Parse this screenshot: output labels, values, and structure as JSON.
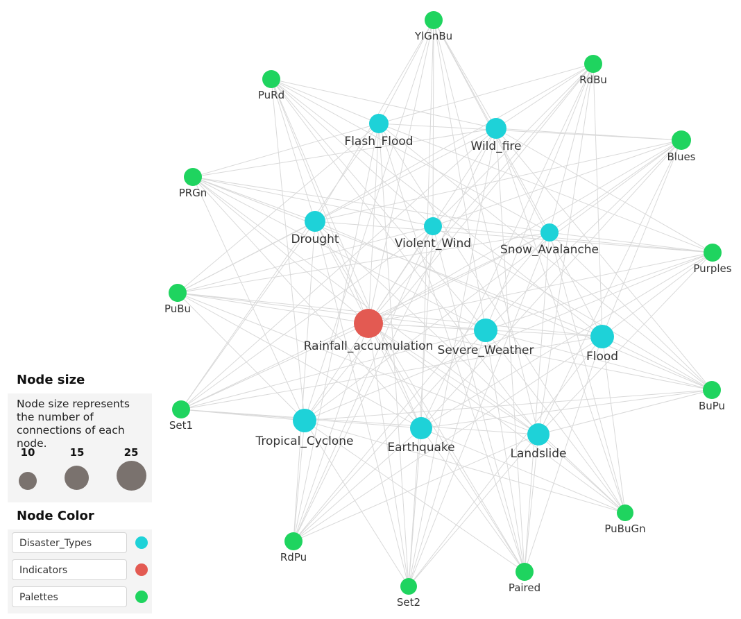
{
  "colors": {
    "disaster": "#1ed2d8",
    "indicator": "#e35a52",
    "palette": "#1fd45f",
    "size_dot": "#7a726e"
  },
  "nodes": [
    {
      "id": "YlGnBu",
      "label": "YlGnBu",
      "group": "palette"
    },
    {
      "id": "RdBu",
      "label": "RdBu",
      "group": "palette"
    },
    {
      "id": "PuRd",
      "label": "PuRd",
      "group": "palette"
    },
    {
      "id": "Blues",
      "label": "Blues",
      "group": "palette"
    },
    {
      "id": "PRGn",
      "label": "PRGn",
      "group": "palette"
    },
    {
      "id": "Purples",
      "label": "Purples",
      "group": "palette"
    },
    {
      "id": "PuBu",
      "label": "PuBu",
      "group": "palette"
    },
    {
      "id": "BuPu",
      "label": "BuPu",
      "group": "palette"
    },
    {
      "id": "Set1",
      "label": "Set1",
      "group": "palette"
    },
    {
      "id": "PuBuGn",
      "label": "PuBuGn",
      "group": "palette"
    },
    {
      "id": "RdPu",
      "label": "RdPu",
      "group": "palette"
    },
    {
      "id": "Paired",
      "label": "Paired",
      "group": "palette"
    },
    {
      "id": "Set2",
      "label": "Set2",
      "group": "palette"
    },
    {
      "id": "Flash_Flood",
      "label": "Flash_Flood",
      "group": "disaster"
    },
    {
      "id": "Wild_fire",
      "label": "Wild_fire",
      "group": "disaster"
    },
    {
      "id": "Drought",
      "label": "Drought",
      "group": "disaster"
    },
    {
      "id": "Violent_Wind",
      "label": "Violent_Wind",
      "group": "disaster"
    },
    {
      "id": "Snow_Avalanche",
      "label": "Snow_Avalanche",
      "group": "disaster"
    },
    {
      "id": "Rainfall_accumulation",
      "label": "Rainfall_accumulation",
      "group": "indicator"
    },
    {
      "id": "Severe_Weather",
      "label": "Severe_Weather",
      "group": "disaster"
    },
    {
      "id": "Flood",
      "label": "Flood",
      "group": "disaster"
    },
    {
      "id": "Tropical_Cyclone",
      "label": "Tropical_Cyclone",
      "group": "disaster"
    },
    {
      "id": "Earthquake",
      "label": "Earthquake",
      "group": "disaster"
    },
    {
      "id": "Landslide",
      "label": "Landslide",
      "group": "disaster"
    }
  ],
  "edges": [
    [
      "Flash_Flood",
      "YlGnBu"
    ],
    [
      "Flash_Flood",
      "RdBu"
    ],
    [
      "Flash_Flood",
      "PuRd"
    ],
    [
      "Flash_Flood",
      "Blues"
    ],
    [
      "Flash_Flood",
      "PRGn"
    ],
    [
      "Flash_Flood",
      "Purples"
    ],
    [
      "Flash_Flood",
      "PuBu"
    ],
    [
      "Flash_Flood",
      "BuPu"
    ],
    [
      "Flash_Flood",
      "Set1"
    ],
    [
      "Flash_Flood",
      "PuBuGn"
    ],
    [
      "Flash_Flood",
      "RdPu"
    ],
    [
      "Flash_Flood",
      "Paired"
    ],
    [
      "Flash_Flood",
      "Set2"
    ],
    [
      "Wild_fire",
      "YlGnBu"
    ],
    [
      "Wild_fire",
      "RdBu"
    ],
    [
      "Wild_fire",
      "PuRd"
    ],
    [
      "Wild_fire",
      "Blues"
    ],
    [
      "Wild_fire",
      "PRGn"
    ],
    [
      "Wild_fire",
      "Purples"
    ],
    [
      "Wild_fire",
      "PuBu"
    ],
    [
      "Wild_fire",
      "BuPu"
    ],
    [
      "Wild_fire",
      "Set1"
    ],
    [
      "Wild_fire",
      "PuBuGn"
    ],
    [
      "Wild_fire",
      "RdPu"
    ],
    [
      "Wild_fire",
      "Paired"
    ],
    [
      "Wild_fire",
      "Set2"
    ],
    [
      "Drought",
      "YlGnBu"
    ],
    [
      "Drought",
      "RdBu"
    ],
    [
      "Drought",
      "PuRd"
    ],
    [
      "Drought",
      "Blues"
    ],
    [
      "Drought",
      "PRGn"
    ],
    [
      "Drought",
      "Purples"
    ],
    [
      "Drought",
      "PuBu"
    ],
    [
      "Drought",
      "BuPu"
    ],
    [
      "Drought",
      "Set1"
    ],
    [
      "Drought",
      "PuBuGn"
    ],
    [
      "Drought",
      "RdPu"
    ],
    [
      "Drought",
      "Paired"
    ],
    [
      "Drought",
      "Set2"
    ],
    [
      "Violent_Wind",
      "YlGnBu"
    ],
    [
      "Violent_Wind",
      "RdBu"
    ],
    [
      "Violent_Wind",
      "PuRd"
    ],
    [
      "Violent_Wind",
      "Blues"
    ],
    [
      "Violent_Wind",
      "PRGn"
    ],
    [
      "Violent_Wind",
      "Purples"
    ],
    [
      "Violent_Wind",
      "PuBu"
    ],
    [
      "Violent_Wind",
      "BuPu"
    ],
    [
      "Violent_Wind",
      "Set1"
    ],
    [
      "Violent_Wind",
      "RdPu"
    ],
    [
      "Violent_Wind",
      "Paired"
    ],
    [
      "Violent_Wind",
      "Set2"
    ],
    [
      "Snow_Avalanche",
      "YlGnBu"
    ],
    [
      "Snow_Avalanche",
      "RdBu"
    ],
    [
      "Snow_Avalanche",
      "PuRd"
    ],
    [
      "Snow_Avalanche",
      "Blues"
    ],
    [
      "Snow_Avalanche",
      "PRGn"
    ],
    [
      "Snow_Avalanche",
      "Purples"
    ],
    [
      "Snow_Avalanche",
      "PuBu"
    ],
    [
      "Snow_Avalanche",
      "BuPu"
    ],
    [
      "Snow_Avalanche",
      "Set1"
    ],
    [
      "Snow_Avalanche",
      "PuBuGn"
    ],
    [
      "Snow_Avalanche",
      "RdPu"
    ],
    [
      "Snow_Avalanche",
      "Paired"
    ],
    [
      "Snow_Avalanche",
      "Set2"
    ],
    [
      "Rainfall_accumulation",
      "YlGnBu"
    ],
    [
      "Rainfall_accumulation",
      "RdBu"
    ],
    [
      "Rainfall_accumulation",
      "PuRd"
    ],
    [
      "Rainfall_accumulation",
      "Blues"
    ],
    [
      "Rainfall_accumulation",
      "PRGn"
    ],
    [
      "Rainfall_accumulation",
      "Purples"
    ],
    [
      "Rainfall_accumulation",
      "PuBu"
    ],
    [
      "Rainfall_accumulation",
      "BuPu"
    ],
    [
      "Rainfall_accumulation",
      "Set1"
    ],
    [
      "Rainfall_accumulation",
      "PuBuGn"
    ],
    [
      "Rainfall_accumulation",
      "RdPu"
    ],
    [
      "Rainfall_accumulation",
      "Paired"
    ],
    [
      "Rainfall_accumulation",
      "Set2"
    ],
    [
      "Rainfall_accumulation",
      "Flash_Flood"
    ],
    [
      "Rainfall_accumulation",
      "Wild_fire"
    ],
    [
      "Rainfall_accumulation",
      "Drought"
    ],
    [
      "Rainfall_accumulation",
      "Violent_Wind"
    ],
    [
      "Rainfall_accumulation",
      "Snow_Avalanche"
    ],
    [
      "Rainfall_accumulation",
      "Severe_Weather"
    ],
    [
      "Rainfall_accumulation",
      "Flood"
    ],
    [
      "Rainfall_accumulation",
      "Tropical_Cyclone"
    ],
    [
      "Rainfall_accumulation",
      "Earthquake"
    ],
    [
      "Rainfall_accumulation",
      "Landslide"
    ],
    [
      "Severe_Weather",
      "YlGnBu"
    ],
    [
      "Severe_Weather",
      "RdBu"
    ],
    [
      "Severe_Weather",
      "PuRd"
    ],
    [
      "Severe_Weather",
      "Blues"
    ],
    [
      "Severe_Weather",
      "PRGn"
    ],
    [
      "Severe_Weather",
      "Purples"
    ],
    [
      "Severe_Weather",
      "PuBu"
    ],
    [
      "Severe_Weather",
      "BuPu"
    ],
    [
      "Severe_Weather",
      "Set1"
    ],
    [
      "Severe_Weather",
      "PuBuGn"
    ],
    [
      "Severe_Weather",
      "RdPu"
    ],
    [
      "Severe_Weather",
      "Paired"
    ],
    [
      "Severe_Weather",
      "Set2"
    ],
    [
      "Flood",
      "YlGnBu"
    ],
    [
      "Flood",
      "RdBu"
    ],
    [
      "Flood",
      "PuRd"
    ],
    [
      "Flood",
      "Blues"
    ],
    [
      "Flood",
      "PRGn"
    ],
    [
      "Flood",
      "Purples"
    ],
    [
      "Flood",
      "PuBu"
    ],
    [
      "Flood",
      "BuPu"
    ],
    [
      "Flood",
      "Set1"
    ],
    [
      "Flood",
      "PuBuGn"
    ],
    [
      "Flood",
      "RdPu"
    ],
    [
      "Flood",
      "Paired"
    ],
    [
      "Flood",
      "Set2"
    ],
    [
      "Tropical_Cyclone",
      "YlGnBu"
    ],
    [
      "Tropical_Cyclone",
      "RdBu"
    ],
    [
      "Tropical_Cyclone",
      "PuRd"
    ],
    [
      "Tropical_Cyclone",
      "Blues"
    ],
    [
      "Tropical_Cyclone",
      "PRGn"
    ],
    [
      "Tropical_Cyclone",
      "Purples"
    ],
    [
      "Tropical_Cyclone",
      "PuBu"
    ],
    [
      "Tropical_Cyclone",
      "BuPu"
    ],
    [
      "Tropical_Cyclone",
      "Set1"
    ],
    [
      "Tropical_Cyclone",
      "PuBuGn"
    ],
    [
      "Tropical_Cyclone",
      "RdPu"
    ],
    [
      "Tropical_Cyclone",
      "Paired"
    ],
    [
      "Tropical_Cyclone",
      "Set2"
    ],
    [
      "Earthquake",
      "YlGnBu"
    ],
    [
      "Earthquake",
      "RdBu"
    ],
    [
      "Earthquake",
      "PuRd"
    ],
    [
      "Earthquake",
      "Blues"
    ],
    [
      "Earthquake",
      "PRGn"
    ],
    [
      "Earthquake",
      "Purples"
    ],
    [
      "Earthquake",
      "PuBu"
    ],
    [
      "Earthquake",
      "BuPu"
    ],
    [
      "Earthquake",
      "Set1"
    ],
    [
      "Earthquake",
      "PuBuGn"
    ],
    [
      "Earthquake",
      "RdPu"
    ],
    [
      "Earthquake",
      "Paired"
    ],
    [
      "Earthquake",
      "Set2"
    ],
    [
      "Landslide",
      "YlGnBu"
    ],
    [
      "Landslide",
      "RdBu"
    ],
    [
      "Landslide",
      "PuRd"
    ],
    [
      "Landslide",
      "Blues"
    ],
    [
      "Landslide",
      "PRGn"
    ],
    [
      "Landslide",
      "Purples"
    ],
    [
      "Landslide",
      "PuBu"
    ],
    [
      "Landslide",
      "BuPu"
    ],
    [
      "Landslide",
      "Set1"
    ],
    [
      "Landslide",
      "PuBuGn"
    ],
    [
      "Landslide",
      "RdPu"
    ],
    [
      "Landslide",
      "Paired"
    ],
    [
      "Landslide",
      "Set2"
    ]
  ],
  "legend": {
    "size_title": "Node size",
    "size_description": "Node size represents the number of connections of each node.",
    "size_samples": [
      "10",
      "15",
      "25"
    ],
    "color_title": "Node Color",
    "color_items": [
      "Disaster_Types",
      "Indicators",
      "Palettes"
    ]
  }
}
